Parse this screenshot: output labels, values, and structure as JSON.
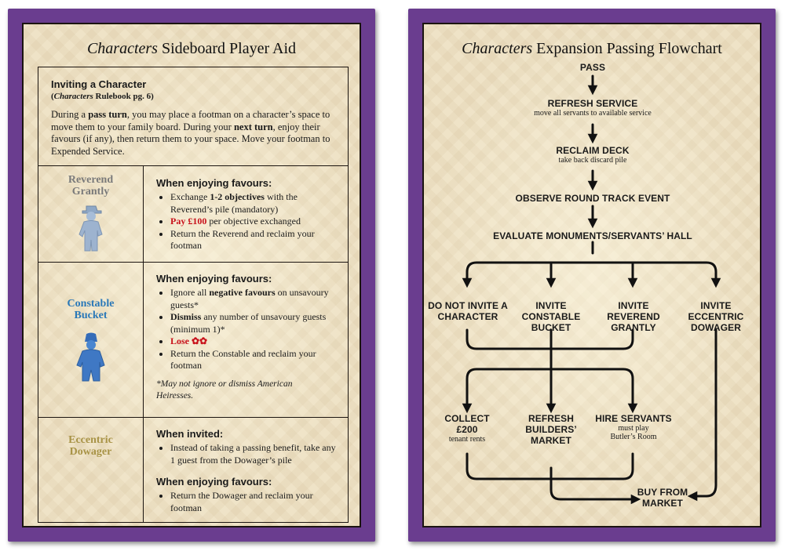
{
  "left_card": {
    "title_italic": "Characters",
    "title_rest": " Sideboard Player Aid",
    "intro": {
      "heading": "Inviting a Character",
      "ref_open": "(",
      "ref_italic": "Characters",
      "ref_rest": " Rulebook pg. 6)",
      "p1": "During a ",
      "p1_bold": "pass turn",
      "p2": ", you may place a footman on a character’s space to move them to your family board. During your ",
      "p2_bold": "next turn",
      "p3": ", enjoy their favours (if any), then return them to your space. Move your footman to Expended Service."
    },
    "reverend": {
      "name_line1": "Reverend",
      "name_line2": "Grantly",
      "name_color": "#7a7a7a",
      "meeple_color": "#9db3cf",
      "heading": "When enjoying favours:",
      "b1_a": "Exchange ",
      "b1_bold": "1-2 objectives",
      "b1_b": " with the Reverend’s pile (mandatory)",
      "b2_red": "Pay £100",
      "b2_rest": " per objective exchanged",
      "b3": "Return the Reverend and reclaim your footman"
    },
    "constable": {
      "name_line1": "Constable",
      "name_line2": "Bucket",
      "name_color": "#2a78b8",
      "meeple_color": "#3f78c4",
      "heading": "When enjoying favours:",
      "b1_a": "Ignore all ",
      "b1_bold": "negative favours",
      "b1_b": " on unsavoury guests*",
      "b2_bold": "Dismiss",
      "b2_rest": " any number of unsavoury guests (minimum 1)*",
      "b3_red": "Lose",
      "b3_icons": "✿✿",
      "b4": "Return the Constable and reclaim your footman",
      "note": "*May not ignore or dismiss American Heiresses."
    },
    "dowager": {
      "name_line1": "Eccentric",
      "name_line2": "Dowager",
      "name_color": "#a89346",
      "heading1": "When invited:",
      "b1": "Instead of taking a passing benefit, take any 1 guest from the Dowager’s pile",
      "heading2": "When enjoying favours:",
      "b2": "Return the Dowager and reclaim your footman"
    }
  },
  "right_card": {
    "title_italic": "Characters",
    "title_rest": " Expansion Passing Flowchart",
    "pass": "PASS",
    "refresh_service": "REFRESH SERVICE",
    "refresh_service_sub": "move all servants to available service",
    "reclaim_deck": "RECLAIM DECK",
    "reclaim_deck_sub": "take back discard pile",
    "observe": "OBSERVE ROUND TRACK EVENT",
    "evaluate": "EVALUATE MONUMENTS/SERVANTS’ HALL",
    "opt1_l1": "DO NOT INVITE A",
    "opt1_l2": "CHARACTER",
    "opt2_l1": "INVITE CONSTABLE",
    "opt2_l2": "BUCKET",
    "opt3_l1": "INVITE REVEREND",
    "opt3_l2": "GRANTLY",
    "opt4_l1": "INVITE ECCENTRIC",
    "opt4_l2": "DOWAGER",
    "collect_l1": "COLLECT",
    "collect_l2": "£200",
    "collect_sub": "tenant  rents",
    "refresh_b_l1": "REFRESH",
    "refresh_b_l2": "BUILDERS’",
    "refresh_b_l3": "MARKET",
    "hire_l1": "HIRE SERVANTS",
    "hire_sub1": "must play",
    "hire_sub2": "Butler’s Room",
    "buy_l1": "BUY FROM",
    "buy_l2": "MARKET"
  },
  "colors": {
    "border_purple": "#6a3d8f",
    "parchment": "#efe3c7",
    "ink": "#1b1410",
    "accent_red": "#c8101a"
  }
}
